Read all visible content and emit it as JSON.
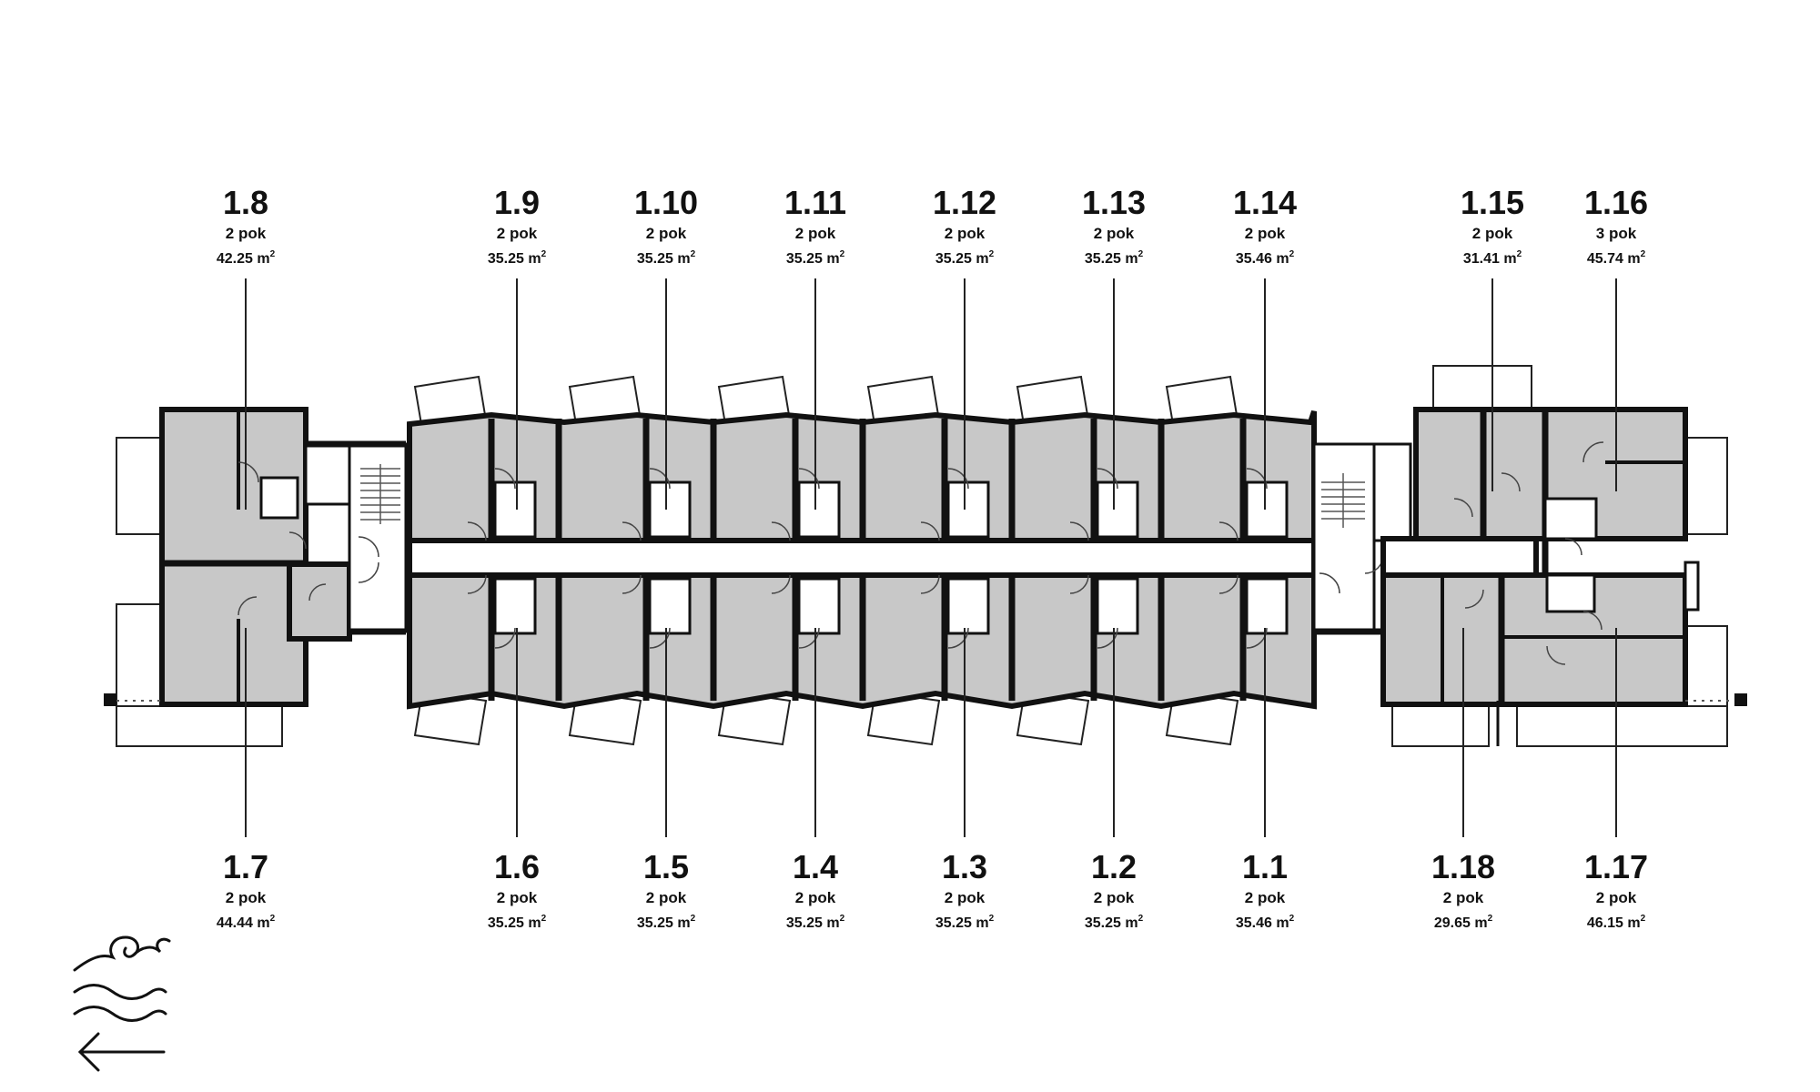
{
  "unit_label": "m",
  "units_top": [
    {
      "id": "1.8",
      "rooms": "2 pok",
      "area": "42.25 m"
    },
    {
      "id": "1.9",
      "rooms": "2 pok",
      "area": "35.25 m"
    },
    {
      "id": "1.10",
      "rooms": "2 pok",
      "area": "35.25 m"
    },
    {
      "id": "1.11",
      "rooms": "2 pok",
      "area": "35.25 m"
    },
    {
      "id": "1.12",
      "rooms": "2 pok",
      "area": "35.25 m"
    },
    {
      "id": "1.13",
      "rooms": "2 pok",
      "area": "35.25 m"
    },
    {
      "id": "1.14",
      "rooms": "2 pok",
      "area": "35.46 m"
    },
    {
      "id": "1.15",
      "rooms": "2 pok",
      "area": "31.41 m"
    },
    {
      "id": "1.16",
      "rooms": "3 pok",
      "area": "45.74 m"
    }
  ],
  "units_bottom": [
    {
      "id": "1.7",
      "rooms": "2 pok",
      "area": "44.44 m"
    },
    {
      "id": "1.6",
      "rooms": "2 pok",
      "area": "35.25 m"
    },
    {
      "id": "1.5",
      "rooms": "2 pok",
      "area": "35.25 m"
    },
    {
      "id": "1.4",
      "rooms": "2 pok",
      "area": "35.25 m"
    },
    {
      "id": "1.3",
      "rooms": "2 pok",
      "area": "35.25 m"
    },
    {
      "id": "1.2",
      "rooms": "2 pok",
      "area": "35.25 m"
    },
    {
      "id": "1.1",
      "rooms": "2 pok",
      "area": "35.46 m"
    },
    {
      "id": "1.18",
      "rooms": "2 pok",
      "area": "29.65 m"
    },
    {
      "id": "1.17",
      "rooms": "2 pok",
      "area": "46.15 m"
    }
  ],
  "icons": {
    "sea_direction": "sea-waves-arrow-icon"
  },
  "colors": {
    "room_fill": "#c8c8c8",
    "wall": "#111111",
    "background": "#ffffff"
  }
}
